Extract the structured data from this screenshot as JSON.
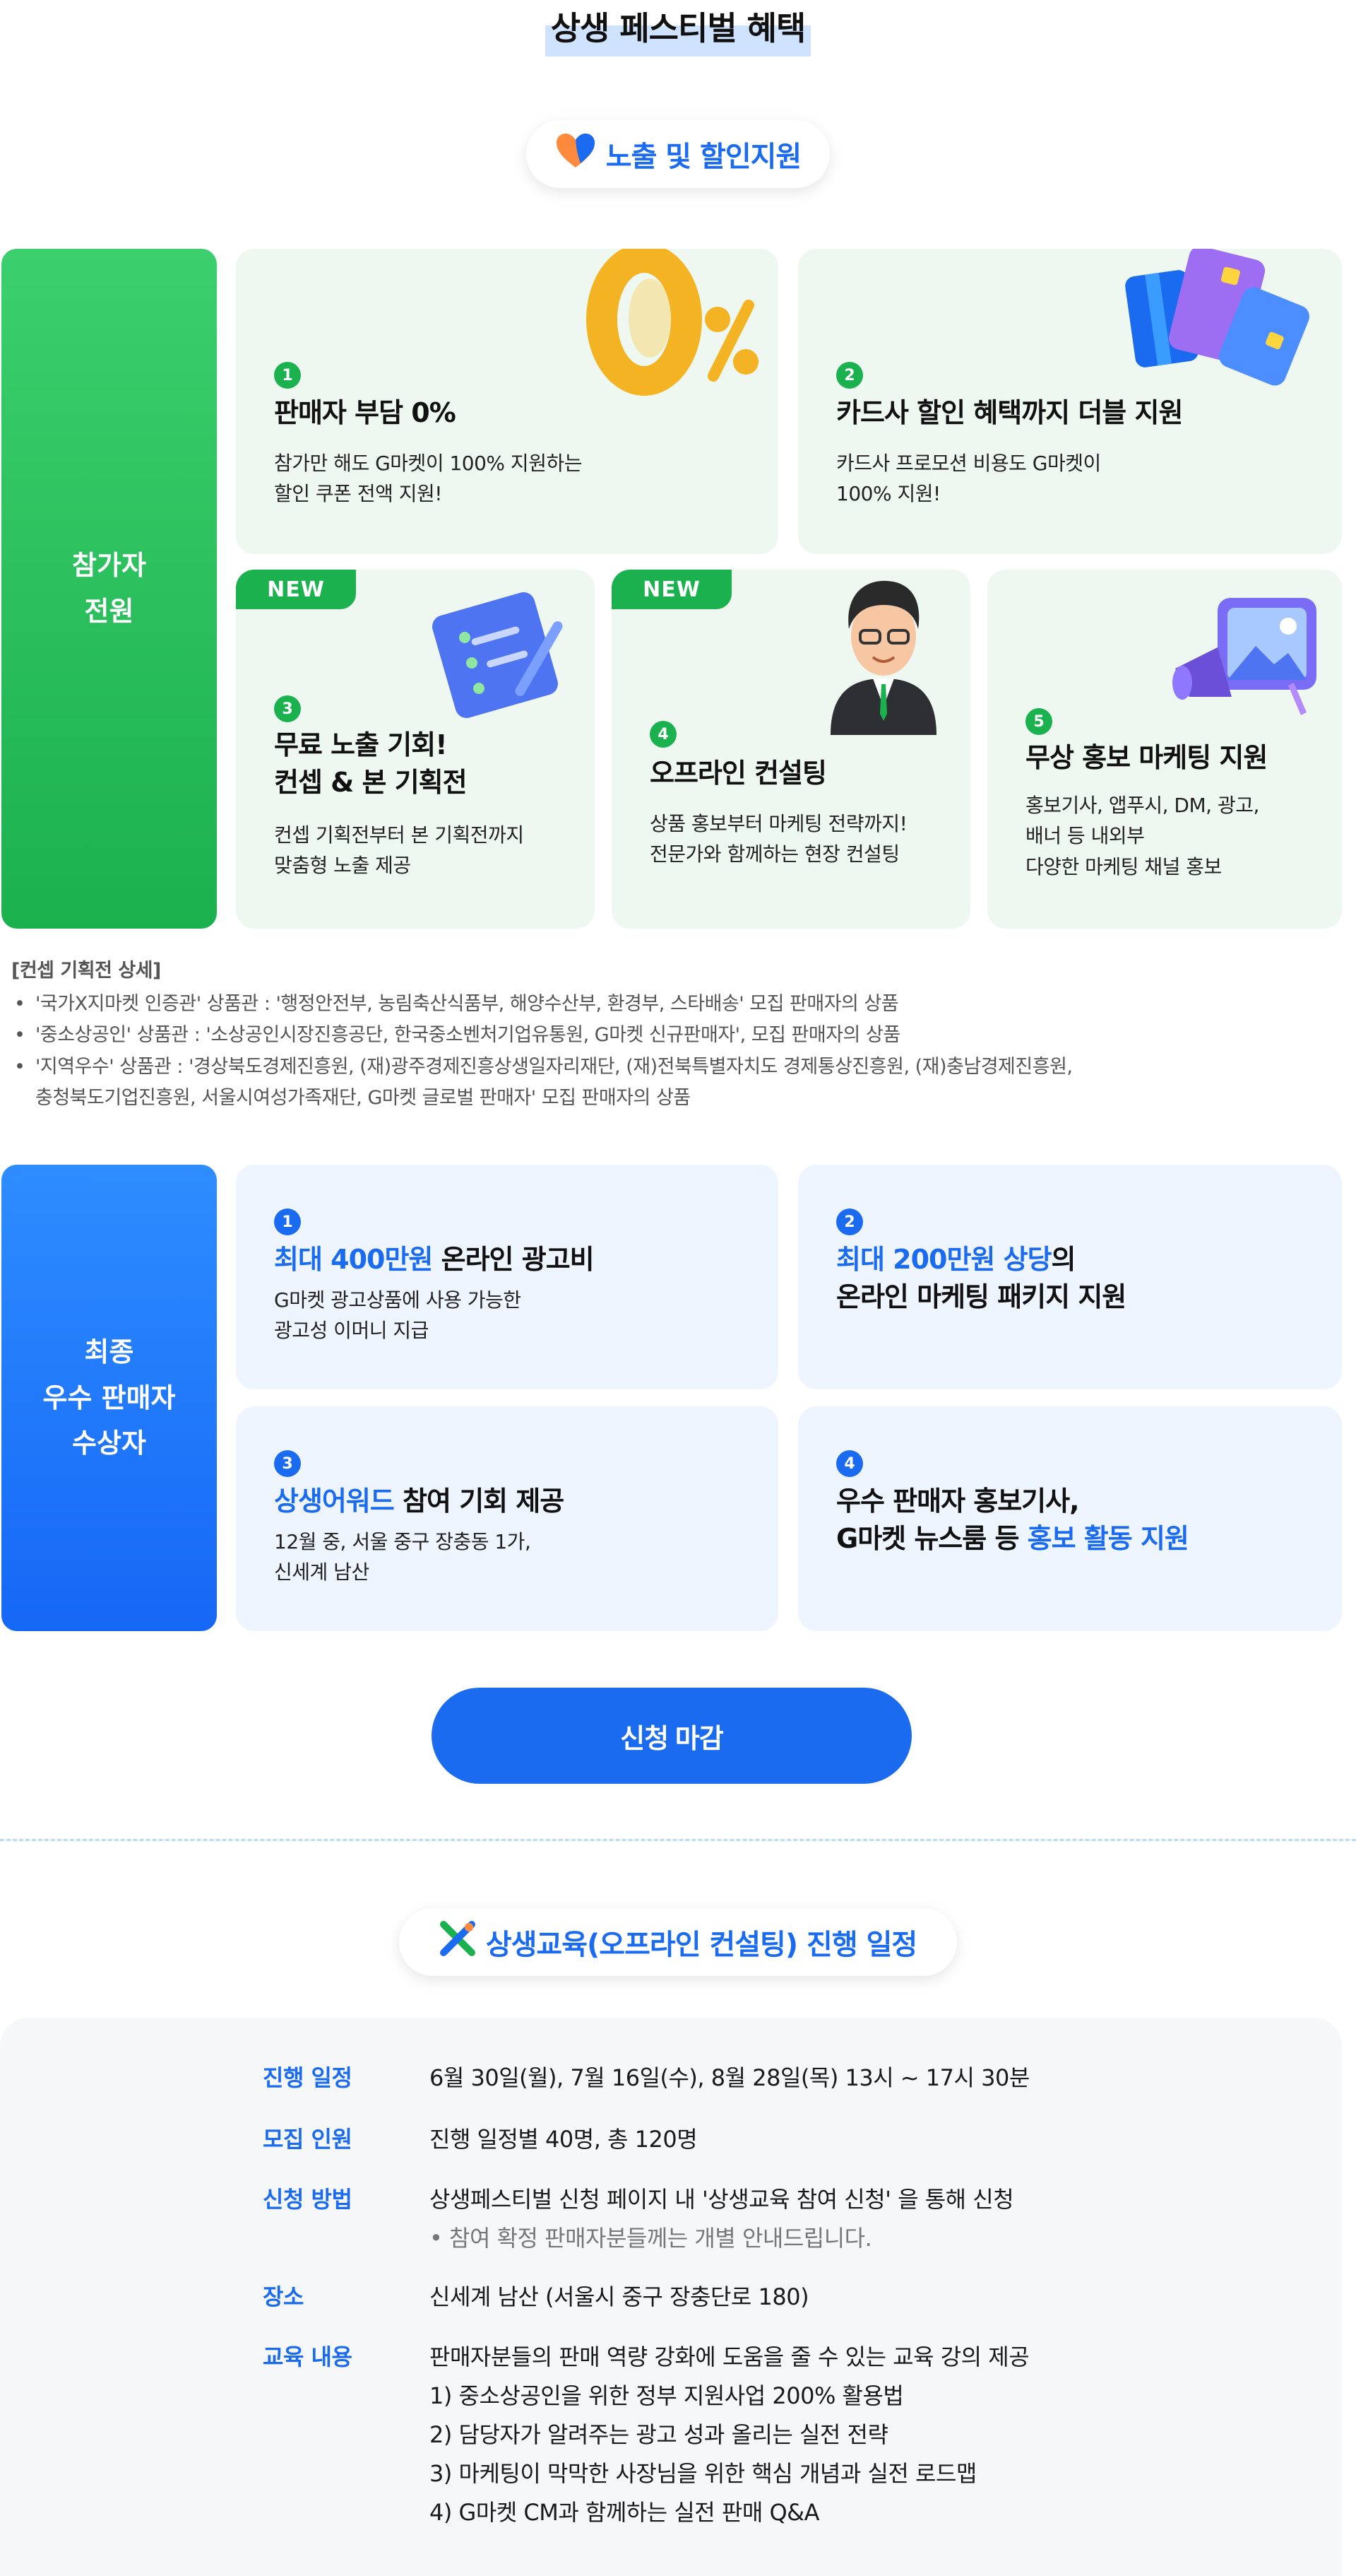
{
  "page_title": "상생 페스티벌 혜택",
  "section1": {
    "pill_label": "노출 및 할인지원",
    "side_line1": "참가자",
    "side_line2": "전원",
    "cards": [
      {
        "num": "1",
        "title": "판매자 부담 0%",
        "desc1": "참가만 해도 G마켓이 100% 지원하는",
        "desc2": "할인 쿠폰 전액 지원!",
        "graphic_text": "0%"
      },
      {
        "num": "2",
        "title": "카드사 할인 혜택까지 더블 지원",
        "desc1": "카드사 프로모션 비용도 G마켓이",
        "desc2": "100% 지원!"
      },
      {
        "num": "3",
        "badge": "NEW",
        "title1": "무료 노출 기회!",
        "title2": "컨셉 & 본 기획전",
        "desc1": "컨셉 기획전부터 본 기획전까지",
        "desc2": "맞춤형 노출 제공"
      },
      {
        "num": "4",
        "badge": "NEW",
        "title": "오프라인 컨설팅",
        "desc1": "상품 홍보부터 마케팅 전략까지!",
        "desc2": "전문가와 함께하는 현장 컨설팅"
      },
      {
        "num": "5",
        "title": "무상 홍보 마케팅 지원",
        "desc1": "홍보기사, 앱푸시, DM, 광고,",
        "desc2": "배너 등 내외부",
        "desc3": "다양한 마케팅 채널 홍보"
      }
    ]
  },
  "notes": {
    "head": "[컨셉 기획전 상세]",
    "items": [
      "'국가X지마켓 인증관' 상품관 :  '행정안전부, 농림축산식품부, 해양수산부, 환경부, 스타배송' 모집 판매자의 상품",
      "'중소상공인' 상품관 : '소상공인시장진흥공단, 한국중소벤처기업유통원, G마켓 신규판매자',  모집 판매자의 상품",
      "'지역우수' 상품관 :  '경상북도경제진흥원, (재)광주경제진흥상생일자리재단, (재)전북특별자치도 경제통상진흥원, (재)충남경제진흥원,",
      "충청북도기업진흥원, 서울시여성가족재단, G마켓 글로벌 판매자' 모집 판매자의 상품"
    ]
  },
  "section2": {
    "side_line1": "최종",
    "side_line2": "우수 판매자",
    "side_line3": "수상자",
    "cards": [
      {
        "num": "1",
        "title_hl": "최대 400만원",
        "title_rest": " 온라인 광고비",
        "desc1": "G마켓 광고상품에 사용 가능한",
        "desc2": "광고성 이머니 지급"
      },
      {
        "num": "2",
        "title_hl": "최대 200만원 상당",
        "title_rest": "의",
        "title2": "온라인 마케팅 패키지 지원"
      },
      {
        "num": "3",
        "title_hl": "상생어워드",
        "title_rest": " 참여 기회 제공",
        "desc1": "12월 중, 서울 중구 장충동 1가,",
        "desc2": "신세계 남산"
      },
      {
        "num": "4",
        "title1": "우수 판매자 홍보기사,",
        "title2_pre": "G마켓 뉴스룸 등 ",
        "title2_hl": "홍보 활동 지원"
      }
    ]
  },
  "cta_label": "신청 마감",
  "section3": {
    "pill_label": "상생교육(오프라인 컨설팅) 진행 일정",
    "rows": [
      {
        "label": "진행 일정",
        "value": "6월 30일(월), 7월 16일(수), 8월 28일(목) 13시 ~ 17시 30분"
      },
      {
        "label": "모집 인원",
        "value": "진행 일정별 40명, 총 120명"
      },
      {
        "label": "신청 방법",
        "value": "상생페스티벌 신청 페이지 내 '상생교육 참여 신청' 을 통해 신청",
        "sub": "• 참여 확정 판매자분들께는 개별 안내드립니다."
      },
      {
        "label": "장소",
        "value": "신세계 남산 (서울시 중구 장충단로 180)"
      },
      {
        "label": "교육 내용",
        "value": "판매자분들의 판매 역량 강화에 도움을 줄 수 있는 교육 강의 제공",
        "lines": [
          "1) 중소상공인을 위한 정부 지원사업 200% 활용법",
          "2) 담당자가 알려주는 광고 성과 올리는 실전 전략",
          "3) 마케팅이 막막한 사장님을 위한 핵심 개념과 실전 로드맵",
          "4) G마켓 CM과 함께하는 실전 판매 Q&A"
        ]
      }
    ]
  },
  "colors": {
    "green": "#1bb14e",
    "blue": "#1a6bf0",
    "green_bg": "#eef8f1",
    "blue_bg": "#eef5fe"
  },
  "icons": [
    "heart-icon",
    "coin-zero-percent-icon",
    "credit-cards-icon",
    "checklist-document-icon",
    "consultant-avatar-icon",
    "megaphone-image-icon",
    "cross-tools-icon"
  ]
}
